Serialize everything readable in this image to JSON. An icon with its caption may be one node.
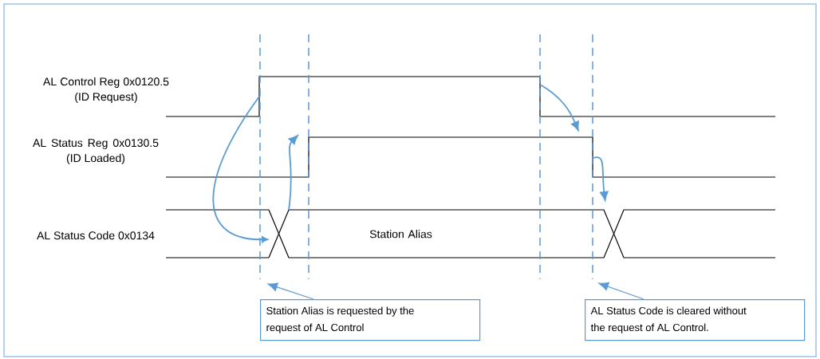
{
  "diagram": {
    "nodes": [
      {
        "text": [],
        "shape": "waveform"
      },
      {
        "text": [],
        "shape": "waveform"
      },
      {
        "text": [
          "Station Alias"
        ]
      },
      {
        "text": [],
        "shape": "line"
      },
      {
        "text": [],
        "shape": "line"
      },
      {
        "text": [],
        "shape": "line"
      },
      {
        "text": [],
        "shape": "line"
      },
      {
        "text": [
          "Station Alias is requested by the request of AL Control"
        ]
      },
      {
        "text": [
          "AL Status Code is cleared without the request of AL Control."
        ]
      }
    ],
    "edges": [
      {
        "from": 0,
        "to": 2,
        "arrow": "to"
      },
      {
        "from": 2,
        "to": 1,
        "arrow": "to"
      },
      {
        "from": 0,
        "to": 1,
        "arrow": "to"
      },
      {
        "from": 1,
        "to": 2,
        "arrow": "to"
      },
      {
        "from": 7,
        "to": 3,
        "arrow": "to"
      },
      {
        "from": 8,
        "to": 6,
        "arrow": "to"
      }
    ],
    "labels": [
      "AL Control Reg 0x0120.5 (ID Request)",
      "AL Status Reg 0x0130.5 (ID Loaded)",
      "AL Status Code 0x0134"
    ]
  }
}
